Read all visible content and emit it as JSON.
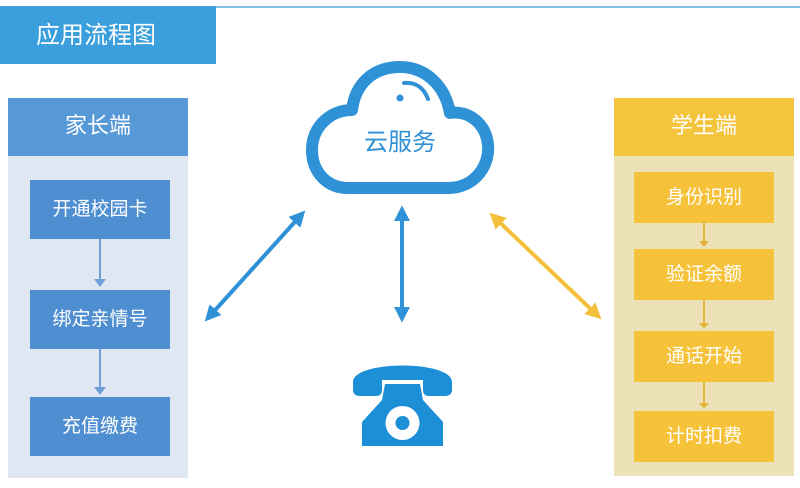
{
  "title": "应用流程图",
  "parent": {
    "header": "家长端",
    "steps": [
      "开通校园卡",
      "绑定亲情号",
      "充值缴费"
    ]
  },
  "student": {
    "header": "学生端",
    "steps": [
      "身份识别",
      "验证余额",
      "通话开始",
      "计时扣费"
    ]
  },
  "cloud": {
    "label": "云服务"
  },
  "colors": {
    "banner": "#3a9fdc",
    "parent_header": "#5799d6",
    "parent_step": "#4f8fd1",
    "parent_panel": "#dfe7f3",
    "student_header": "#f3c43c",
    "student_step": "#f6c23a",
    "student_panel": "#ede1b8",
    "blue_arrow": "#2f91d6",
    "yellow_arrow": "#f4c03c"
  },
  "icons": [
    "cloud-icon",
    "telephone-icon"
  ]
}
